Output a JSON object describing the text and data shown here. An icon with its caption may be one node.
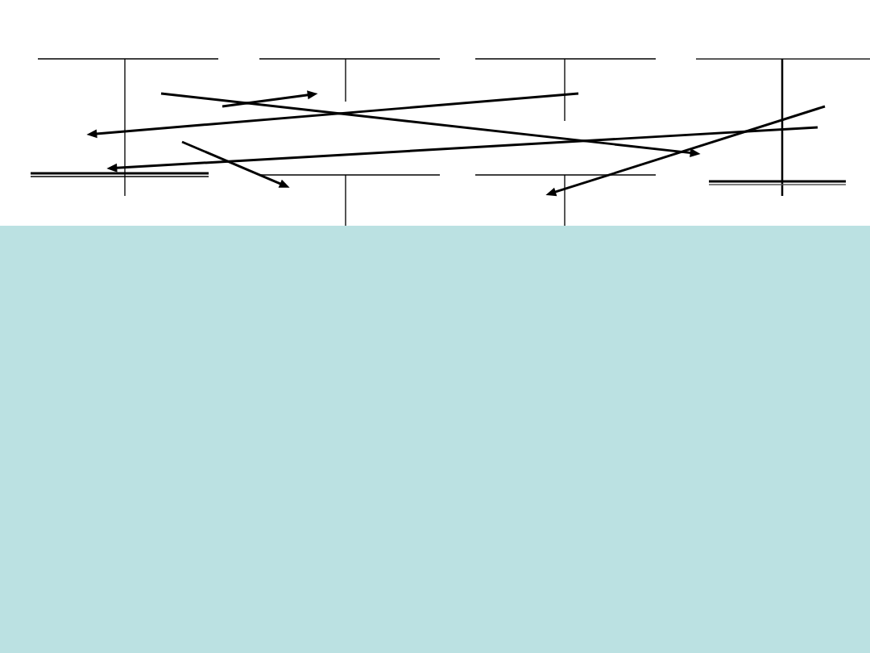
{
  "diagram": {
    "nodes": [
      {
        "text": [],
        "shape": "t-account"
      },
      {
        "text": [],
        "shape": "t-account"
      },
      {
        "text": [],
        "shape": "t-account"
      },
      {
        "text": [],
        "shape": "t-account"
      },
      {
        "text": [],
        "shape": "t-account"
      },
      {
        "text": [],
        "shape": "t-account"
      }
    ],
    "edges": [
      {
        "from": 0,
        "to": 3,
        "arrow": "to"
      },
      {
        "from": 0,
        "to": 1,
        "arrow": "to"
      },
      {
        "from": 2,
        "to": 0,
        "arrow": "to"
      },
      {
        "from": 0,
        "to": 4,
        "arrow": "to"
      },
      {
        "from": 3,
        "to": 0,
        "arrow": "to"
      },
      {
        "from": 3,
        "to": 5,
        "arrow": "to"
      }
    ]
  }
}
